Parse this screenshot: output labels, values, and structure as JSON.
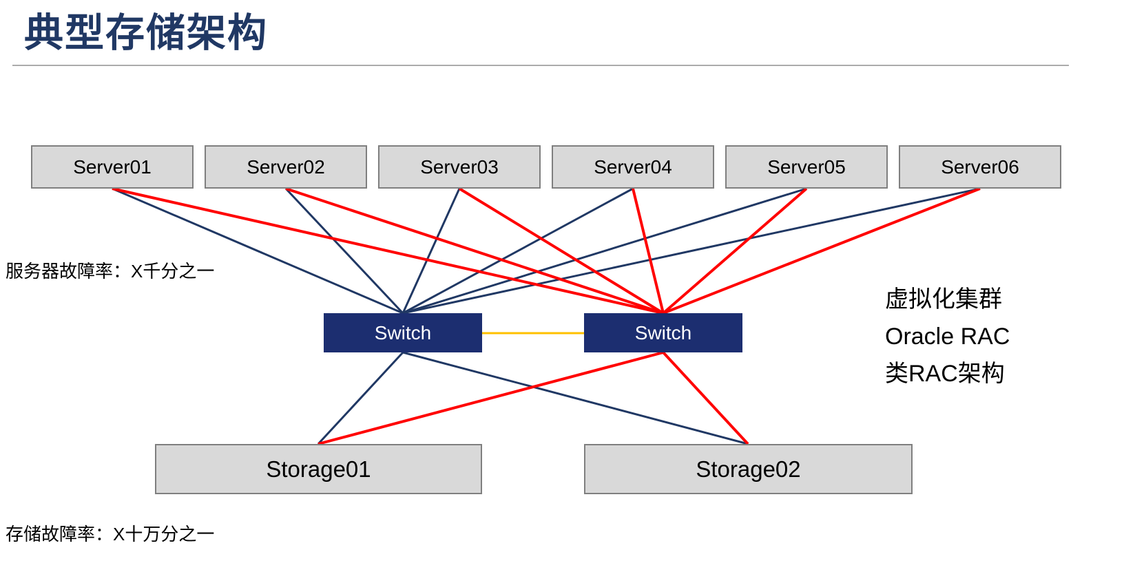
{
  "slide": {
    "title": "典型存储架构",
    "annotations": {
      "server_failure_rate": "服务器故障率：X千分之一",
      "storage_failure_rate": "存储故障率：X十万分之一",
      "right_note_lines": [
        "虚拟化集群",
        "Oracle RAC",
        "类RAC架构"
      ]
    }
  },
  "diagram": {
    "servers": [
      {
        "id": "Server01",
        "label": "Server01"
      },
      {
        "id": "Server02",
        "label": "Server02"
      },
      {
        "id": "Server03",
        "label": "Server03"
      },
      {
        "id": "Server04",
        "label": "Server04"
      },
      {
        "id": "Server05",
        "label": "Server05"
      },
      {
        "id": "Server06",
        "label": "Server06"
      }
    ],
    "switches": [
      {
        "id": "Switch1",
        "label": "Switch"
      },
      {
        "id": "Switch2",
        "label": "Switch"
      }
    ],
    "storages": [
      {
        "id": "Storage01",
        "label": "Storage01"
      },
      {
        "id": "Storage02",
        "label": "Storage02"
      }
    ],
    "colors": {
      "navy": "#203864",
      "red": "#ff0000",
      "orange": "#ffc000"
    },
    "edges": [
      {
        "from": "Server01",
        "to": "Switch1",
        "color": "navy"
      },
      {
        "from": "Server02",
        "to": "Switch1",
        "color": "navy"
      },
      {
        "from": "Server03",
        "to": "Switch1",
        "color": "navy"
      },
      {
        "from": "Server04",
        "to": "Switch1",
        "color": "navy"
      },
      {
        "from": "Server05",
        "to": "Switch1",
        "color": "navy"
      },
      {
        "from": "Server06",
        "to": "Switch1",
        "color": "navy"
      },
      {
        "from": "Server01",
        "to": "Switch2",
        "color": "red"
      },
      {
        "from": "Server02",
        "to": "Switch2",
        "color": "red"
      },
      {
        "from": "Server03",
        "to": "Switch2",
        "color": "red"
      },
      {
        "from": "Server04",
        "to": "Switch2",
        "color": "red"
      },
      {
        "from": "Server05",
        "to": "Switch2",
        "color": "red"
      },
      {
        "from": "Server06",
        "to": "Switch2",
        "color": "red"
      },
      {
        "from": "Switch1",
        "to": "Switch2",
        "color": "orange",
        "type": "isl"
      },
      {
        "from": "Switch1",
        "to": "Storage01",
        "color": "navy"
      },
      {
        "from": "Switch1",
        "to": "Storage02",
        "color": "navy"
      },
      {
        "from": "Switch2",
        "to": "Storage01",
        "color": "red"
      },
      {
        "from": "Switch2",
        "to": "Storage02",
        "color": "red"
      }
    ]
  }
}
